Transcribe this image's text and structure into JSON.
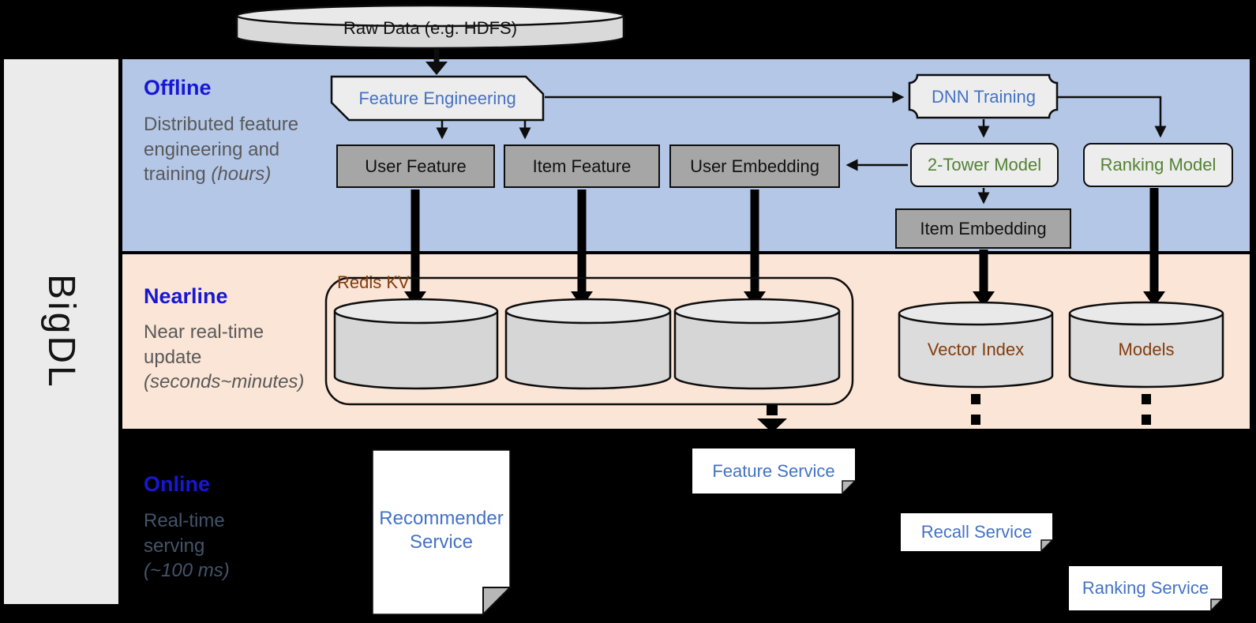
{
  "brand": "BigDL",
  "source": {
    "label": "Raw Data (e.g. HDFS)"
  },
  "sections": {
    "offline": {
      "title": "Offline",
      "subtitle": "Distributed feature engineering and training",
      "subtitle_italic": "(hours)"
    },
    "nearline": {
      "title": "Nearline",
      "subtitle": "Near real-time update",
      "subtitle_italic": "(seconds~minutes)"
    },
    "online": {
      "title": "Online",
      "subtitle": "Real-time serving",
      "subtitle_italic": "(~100 ms)"
    }
  },
  "offline": {
    "feature_engineering": "Feature Engineering",
    "dnn_training": "DNN Training",
    "user_feature": "User Feature",
    "item_feature": "Item Feature",
    "user_embedding": "User Embedding",
    "two_tower_model": "2-Tower Model",
    "ranking_model": "Ranking Model",
    "item_embedding": "Item Embedding"
  },
  "nearline": {
    "redis_kv": "Redis KV",
    "vector_index": "Vector Index",
    "models": "Models"
  },
  "online": {
    "recommender_service": "Recommender Service",
    "feature_service": "Feature Service",
    "recall_service": "Recall Service",
    "ranking_service": "Ranking Service"
  },
  "colors": {
    "offline_bg": "#b4c7e7",
    "nearline_bg": "#fbe5d6",
    "online_bg": "#000000",
    "section_title_blue": "#1717d4",
    "shape_text_blue": "#4472c4",
    "model_text_green": "#548235",
    "store_text_brown": "#843c0c",
    "gray_box": "#a6a6a6",
    "light_shape": "#ededed",
    "muted_gray": "#595959",
    "online_muted": "#44546a"
  }
}
